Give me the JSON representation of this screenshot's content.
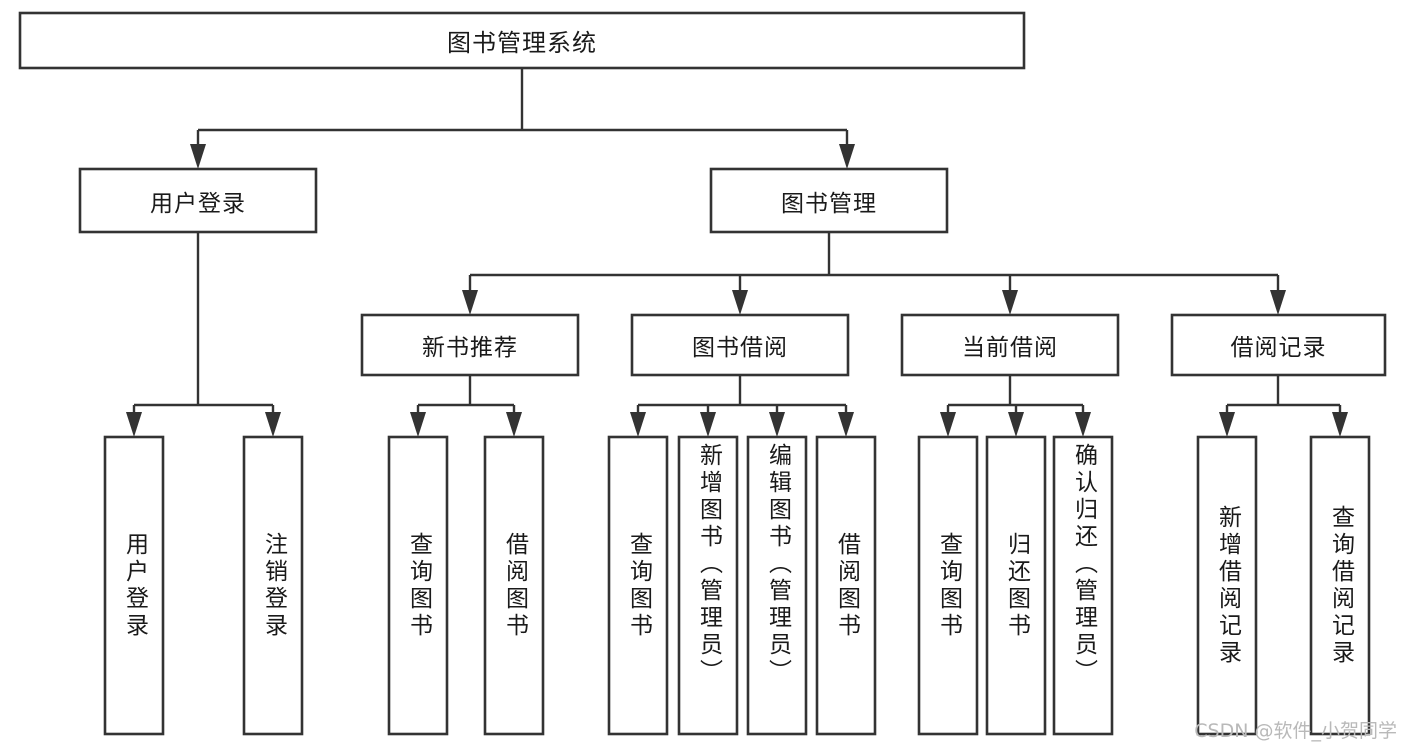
{
  "diagram": {
    "type": "tree-hierarchy",
    "title": "图书管理系统",
    "orientation": "top-down",
    "style": {
      "box_fill": "#ffffff",
      "box_stroke": "#333333",
      "connector_color": "#333333",
      "text_color": "#1a1a1a",
      "background": "#ffffff",
      "watermark_color": "#b9b9b9"
    },
    "levels": [
      {
        "level": 1,
        "nodes": [
          {
            "id": "root",
            "label": "图书管理系统",
            "text_orientation": "horizontal"
          }
        ]
      },
      {
        "level": 2,
        "nodes": [
          {
            "id": "user-login",
            "label": "用户登录",
            "parent": "root",
            "text_orientation": "horizontal"
          },
          {
            "id": "book-mgmt",
            "label": "图书管理",
            "parent": "root",
            "text_orientation": "horizontal"
          }
        ]
      },
      {
        "level": 3,
        "nodes": [
          {
            "id": "new-book-rec",
            "label": "新书推荐",
            "parent": "book-mgmt",
            "text_orientation": "horizontal"
          },
          {
            "id": "book-borrow",
            "label": "图书借阅",
            "parent": "book-mgmt",
            "text_orientation": "horizontal"
          },
          {
            "id": "current-borrow",
            "label": "当前借阅",
            "parent": "book-mgmt",
            "text_orientation": "horizontal"
          },
          {
            "id": "borrow-record",
            "label": "借阅记录",
            "parent": "book-mgmt",
            "text_orientation": "horizontal"
          }
        ]
      },
      {
        "level": 4,
        "nodes": [
          {
            "id": "leaf-user-login",
            "label": "用户登录",
            "parent": "user-login",
            "text_orientation": "vertical"
          },
          {
            "id": "leaf-logout",
            "label": "注销登录",
            "parent": "user-login",
            "text_orientation": "vertical"
          },
          {
            "id": "leaf-query-book-1",
            "label": "查询图书",
            "parent": "new-book-rec",
            "text_orientation": "vertical"
          },
          {
            "id": "leaf-borrow-book-1",
            "label": "借阅图书",
            "parent": "new-book-rec",
            "text_orientation": "vertical"
          },
          {
            "id": "leaf-query-book-2",
            "label": "查询图书",
            "parent": "book-borrow",
            "text_orientation": "vertical"
          },
          {
            "id": "leaf-add-book",
            "label": "新增图书（管理员）",
            "parent": "book-borrow",
            "text_orientation": "vertical"
          },
          {
            "id": "leaf-edit-book",
            "label": "编辑图书（管理员）",
            "parent": "book-borrow",
            "text_orientation": "vertical"
          },
          {
            "id": "leaf-borrow-book-2",
            "label": "借阅图书",
            "parent": "book-borrow",
            "text_orientation": "vertical"
          },
          {
            "id": "leaf-query-book-3",
            "label": "查询图书",
            "parent": "current-borrow",
            "text_orientation": "vertical"
          },
          {
            "id": "leaf-return-book",
            "label": "归还图书",
            "parent": "current-borrow",
            "text_orientation": "vertical"
          },
          {
            "id": "leaf-confirm-return",
            "label": "确认归还（管理员）",
            "parent": "current-borrow",
            "text_orientation": "vertical"
          },
          {
            "id": "leaf-add-record",
            "label": "新增借阅记录",
            "parent": "borrow-record",
            "text_orientation": "vertical"
          },
          {
            "id": "leaf-query-record",
            "label": "查询借阅记录",
            "parent": "borrow-record",
            "text_orientation": "vertical"
          }
        ]
      }
    ]
  },
  "watermark": {
    "text": "CSDN @软件_小贺同学"
  }
}
